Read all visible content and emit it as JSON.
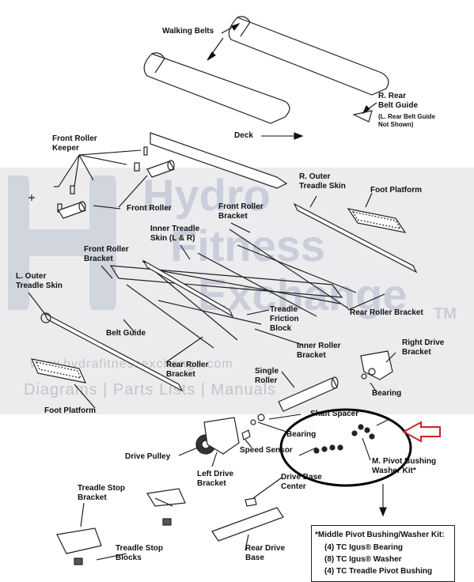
{
  "watermark": {
    "brand_line1": "Hydro",
    "brand_line2": "Fitness",
    "brand_line3": "Exchange",
    "trademark": "TM",
    "url": "www.hydrafitnessexchange.com",
    "tagline": "Diagrams | Parts Lists | Manuals"
  },
  "labels": {
    "walking_belts": "Walking Belts",
    "r_rear_belt_guide_1": "R. Rear",
    "r_rear_belt_guide_2": "Belt Guide",
    "r_rear_belt_guide_note_1": "(L. Rear Belt Guide",
    "r_rear_belt_guide_note_2": "Not Shown)",
    "deck": "Deck",
    "front_roller_keeper_1": "Front Roller",
    "front_roller_keeper_2": "Keeper",
    "front_roller": "Front Roller",
    "r_outer_treadle_skin_1": "R. Outer",
    "r_outer_treadle_skin_2": "Treadle Skin",
    "foot_platform_right": "Foot Platform",
    "front_roller_bracket_top_1": "Front Roller",
    "front_roller_bracket_top_2": "Bracket",
    "inner_treadle_skin_1": "Inner Treadle",
    "inner_treadle_skin_2": "Skin (L & R)",
    "front_roller_bracket_left_1": "Front Roller",
    "front_roller_bracket_left_2": "Bracket",
    "l_outer_treadle_skin_1": "L. Outer",
    "l_outer_treadle_skin_2": "Treadle Skin",
    "rear_roller_bracket_right": "Rear Roller Bracket",
    "treadle_friction_block_1": "Treadle",
    "treadle_friction_block_2": "Friction",
    "treadle_friction_block_3": "Block",
    "belt_guide": "Belt Guide",
    "inner_roller_bracket_1": "Inner Roller",
    "inner_roller_bracket_2": "Bracket",
    "right_drive_bracket_1": "Right Drive",
    "right_drive_bracket_2": "Bracket",
    "rear_roller_bracket_left_1": "Rear Roller",
    "rear_roller_bracket_left_2": "Bracket",
    "single_roller_1": "Single",
    "single_roller_2": "Roller",
    "bearing_right": "Bearing",
    "foot_platform_left": "Foot Platform",
    "shaft_spacer": "Shaft Spacer",
    "bearing_center": "Bearing",
    "speed_sensor": "Speed Sensor",
    "drive_pulley": "Drive Pulley",
    "left_drive_bracket_1": "Left Drive",
    "left_drive_bracket_2": "Bracket",
    "m_pivot_kit_1": "M. Pivot Bushing",
    "m_pivot_kit_2": "Washer Kit*",
    "treadle_stop_bracket_1": "Treadle Stop",
    "treadle_stop_bracket_2": "Bracket",
    "drive_base_center_1": "Drive Base",
    "drive_base_center_2": "Center",
    "treadle_stop_blocks_1": "Treadle Stop",
    "treadle_stop_blocks_2": "Blocks",
    "rear_drive_base_1": "Rear Drive",
    "rear_drive_base_2": "Base"
  },
  "kit": {
    "title": "*Middle Pivot Bushing/Washer Kit:",
    "line1": "(4) TC Igus® Bearing",
    "line2": "(8) TC Igus® Washer",
    "line3": "(4) TC Treadle Pivot Bushing"
  },
  "colors": {
    "callout_arrow": "#cc2222",
    "highlight_oval": "#000000",
    "parts_stroke": "#222222"
  }
}
